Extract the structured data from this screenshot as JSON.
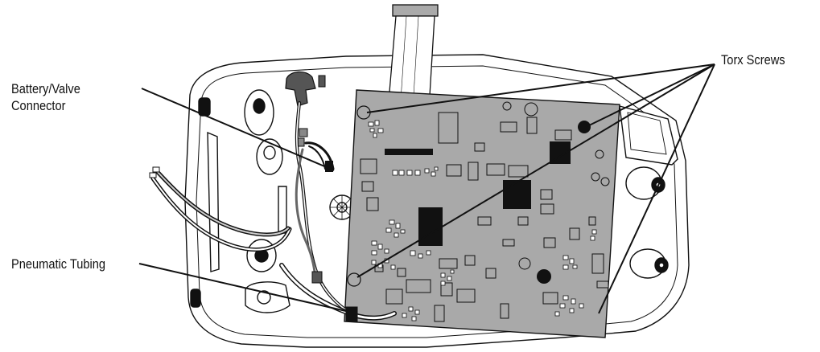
{
  "labels": {
    "battery_valve_line1": "Battery/Valve",
    "battery_valve_line2": "Connector",
    "pneumatic_tubing": "Pneumatic Tubing",
    "torx_screws": "Torx Screws"
  },
  "colors": {
    "board": "#a9a9a9",
    "housing": "#ffffff",
    "outline": "#111111",
    "component": "#888888",
    "chip": "#111111"
  }
}
